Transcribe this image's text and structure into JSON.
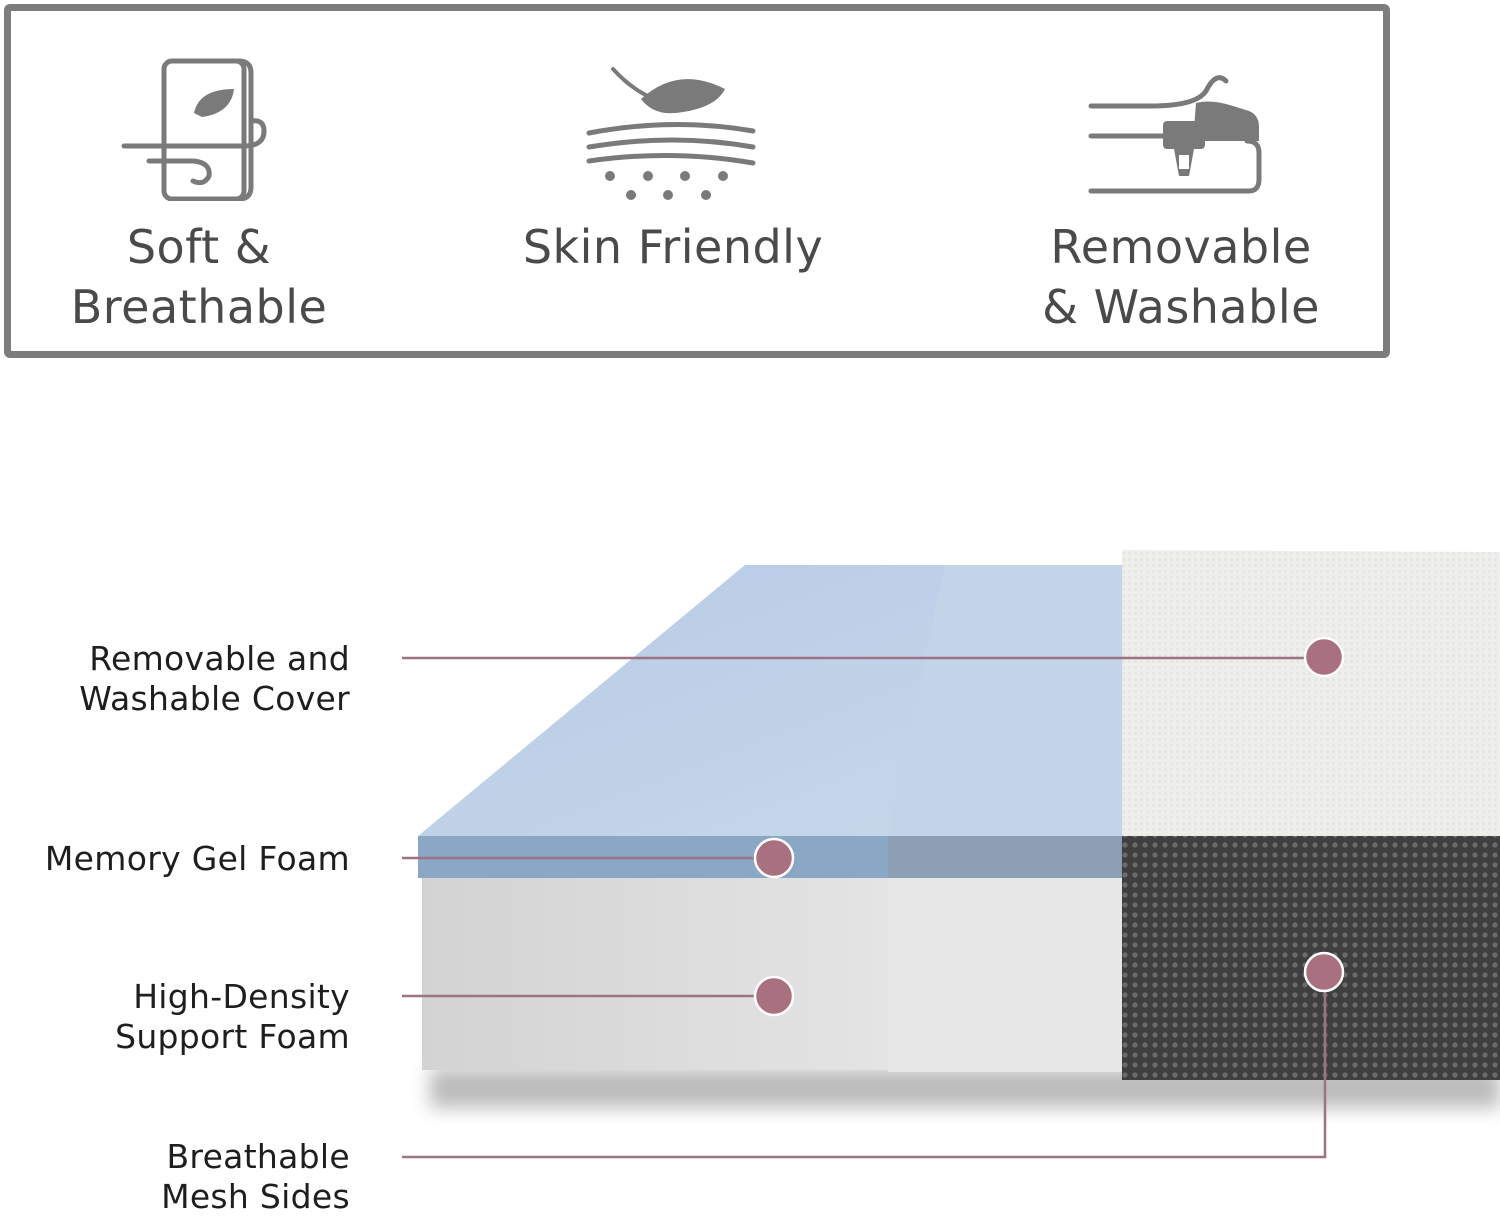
{
  "features": [
    {
      "icon": "leaf-breeze-icon",
      "label": "Soft &\nBreathable"
    },
    {
      "icon": "feather-skin-icon",
      "label": "Skin Friendly"
    },
    {
      "icon": "zipper-cover-icon",
      "label": "Removable\n& Washable"
    }
  ],
  "layers": [
    {
      "label": "Removable and\nWashable Cover"
    },
    {
      "label": "Memory Gel Foam"
    },
    {
      "label": "High-Density\nSupport Foam"
    },
    {
      "label": "Breathable\nMesh Sides"
    }
  ],
  "colors": {
    "frame": "#7d7d7d",
    "icon": "#7a7a7a",
    "callout_line": "#9c7383",
    "callout_dot": "#a9707f",
    "gel_foam": "#8ba9c8",
    "support_foam": "#dcdcdc",
    "mesh": "#4a4a4a"
  }
}
